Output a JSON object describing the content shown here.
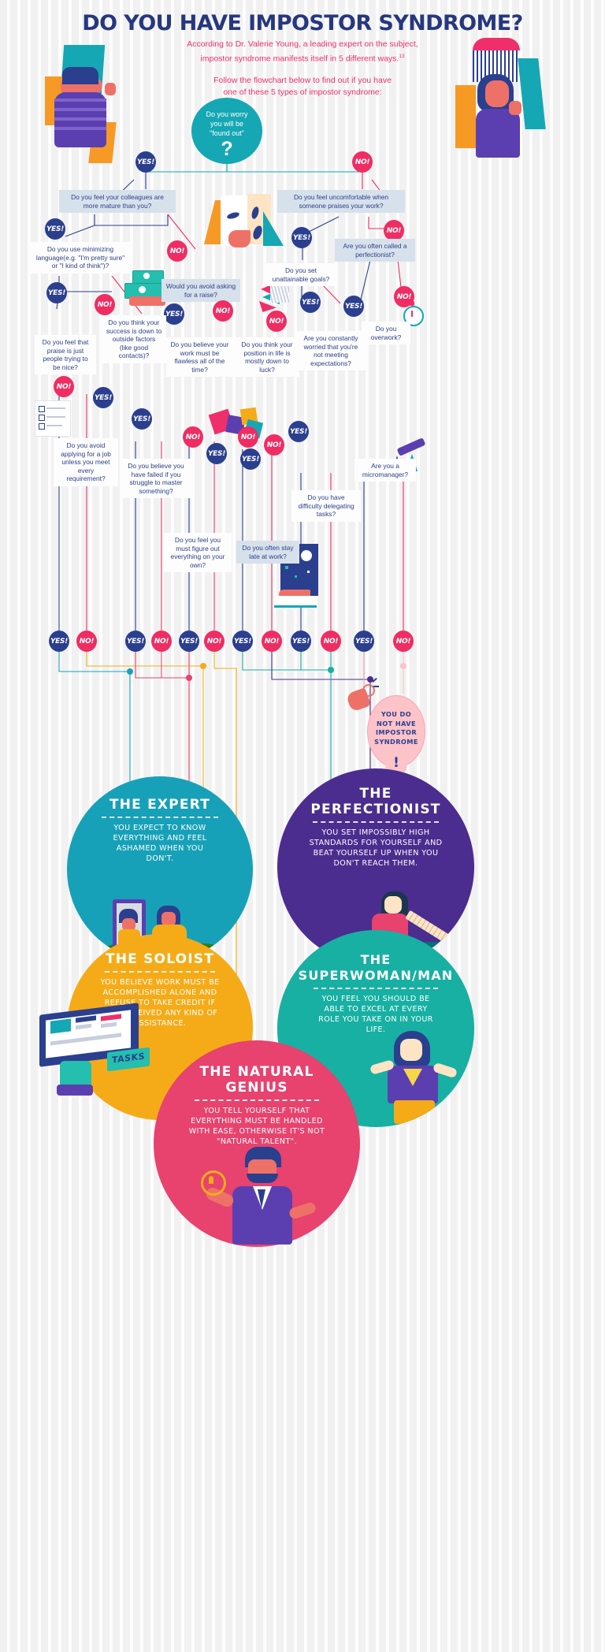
{
  "header": {
    "title": "DO YOU HAVE IMPOSTOR SYNDROME?",
    "intro_line1": "According to Dr. Valerie Young, a leading expert on the subject,",
    "intro_line2": "impostor syndrome manifests itself in 5 different ways.",
    "intro_superscript": "13",
    "instruction_line1": "Follow the flowchart below to find out if you have",
    "instruction_line2": "one of these 5 types of impostor syndrome:"
  },
  "root_question": {
    "line1": "Do you worry",
    "line2": "you will be",
    "line3": "\"found out\"",
    "mark": "?"
  },
  "labels": {
    "yes": "YES!",
    "no": "NO!"
  },
  "questions": [
    {
      "id": "q-colleagues-mature",
      "text": "Do you feel your colleagues are more mature than you?"
    },
    {
      "id": "q-uncomfortable-praise",
      "text": "Do you feel uncomfortable when someone praises your work?"
    },
    {
      "id": "q-minimizing-language",
      "text": "Do you use minimizing language(e.g. \"I'm pretty sure\" or \"I kind of think\")?"
    },
    {
      "id": "q-avoid-raise",
      "text": "Would you avoid asking for a raise?"
    },
    {
      "id": "q-unattainable-goals",
      "text": "Do you set unattainable goals?"
    },
    {
      "id": "q-called-perfectionist",
      "text": "Are you often called a perfectionist?"
    },
    {
      "id": "q-praise-be-nice",
      "text": "Do you feel that praise is just people trying to be nice?"
    },
    {
      "id": "q-success-outside",
      "text": "Do you think your success is down to outside factors (like good contacts)?"
    },
    {
      "id": "q-work-flawless",
      "text": "Do you believe your work must be flawless all of the time?"
    },
    {
      "id": "q-down-to-luck",
      "text": "Do you think your position in life is mostly down to luck?"
    },
    {
      "id": "q-not-meeting-expect",
      "text": "Are you constantly worried that you're not meeting expectations?"
    },
    {
      "id": "q-overwork",
      "text": "Do you overwork?"
    },
    {
      "id": "q-avoid-applying",
      "text": "Do you avoid applying for a job unless you meet every requirement?"
    },
    {
      "id": "q-failed-struggle",
      "text": "Do you believe you have failed if you struggle to master something?"
    },
    {
      "id": "q-micromanager",
      "text": "Are you a micromanager?"
    },
    {
      "id": "q-delegating",
      "text": "Do you have difficulty delegating tasks?"
    },
    {
      "id": "q-figure-out-own",
      "text": "Do you feel you must figure out everything on your own?"
    },
    {
      "id": "q-stay-late",
      "text": "Do you often stay late at work?"
    }
  ],
  "bottom_pills": [
    "YES!",
    "NO!",
    "YES!",
    "NO!",
    "YES!",
    "NO!",
    "YES!",
    "NO!",
    "YES!",
    "NO!",
    "YES!",
    "NO!"
  ],
  "no_syndrome": {
    "line1": "YOU DO",
    "line2": "NOT HAVE",
    "line3": "IMPOSTOR",
    "line4": "SYNDROME",
    "mark": "!"
  },
  "results": [
    {
      "id": "the-expert",
      "title": "THE EXPERT",
      "description": "YOU EXPECT TO KNOW EVERYTHING AND FEEL ASHAMED WHEN YOU DON'T.",
      "color": "#17a1b8"
    },
    {
      "id": "the-perfectionist",
      "title": "THE PERFECTIONIST",
      "description": "YOU SET IMPOSSIBLY HIGH STANDARDS FOR YOURSELF AND BEAT YOURSELF UP WHEN YOU DON'T REACH THEM.",
      "color": "#4b2d8f"
    },
    {
      "id": "the-soloist",
      "title": "THE SOLOIST",
      "description": "YOU BELIEVE WORK MUST BE ACCOMPLISHED ALONE AND REFUSE TO TAKE CREDIT IF YOU RECEIVED ANY KIND OF ASSISTANCE.",
      "color": "#f5ab18"
    },
    {
      "id": "the-superwoman-man",
      "title": "THE SUPERWOMAN/MAN",
      "description": "YOU FEEL YOU SHOULD BE ABLE TO EXCEL AT EVERY ROLE YOU TAKE ON IN YOUR LIFE.",
      "color": "#17b0a3"
    },
    {
      "id": "the-natural-genius",
      "title": "THE NATURAL GENIUS",
      "description": "YOU TELL YOURSELF THAT EVERYTHING MUST BE HANDLED WITH EASE, OTHERWISE IT'S NOT \"NATURAL TALENT\".",
      "color": "#e8426e"
    }
  ],
  "illustration_labels": {
    "tasks_board": "TASKS"
  },
  "palette": {
    "navy": "#27377f",
    "pink": "#ef2f6b",
    "teal": "#15a7b4",
    "purple": "#4b2d8f",
    "yellow": "#f5ab18",
    "box_blue": "#d7e1ec",
    "background": "#f1f1f1"
  }
}
